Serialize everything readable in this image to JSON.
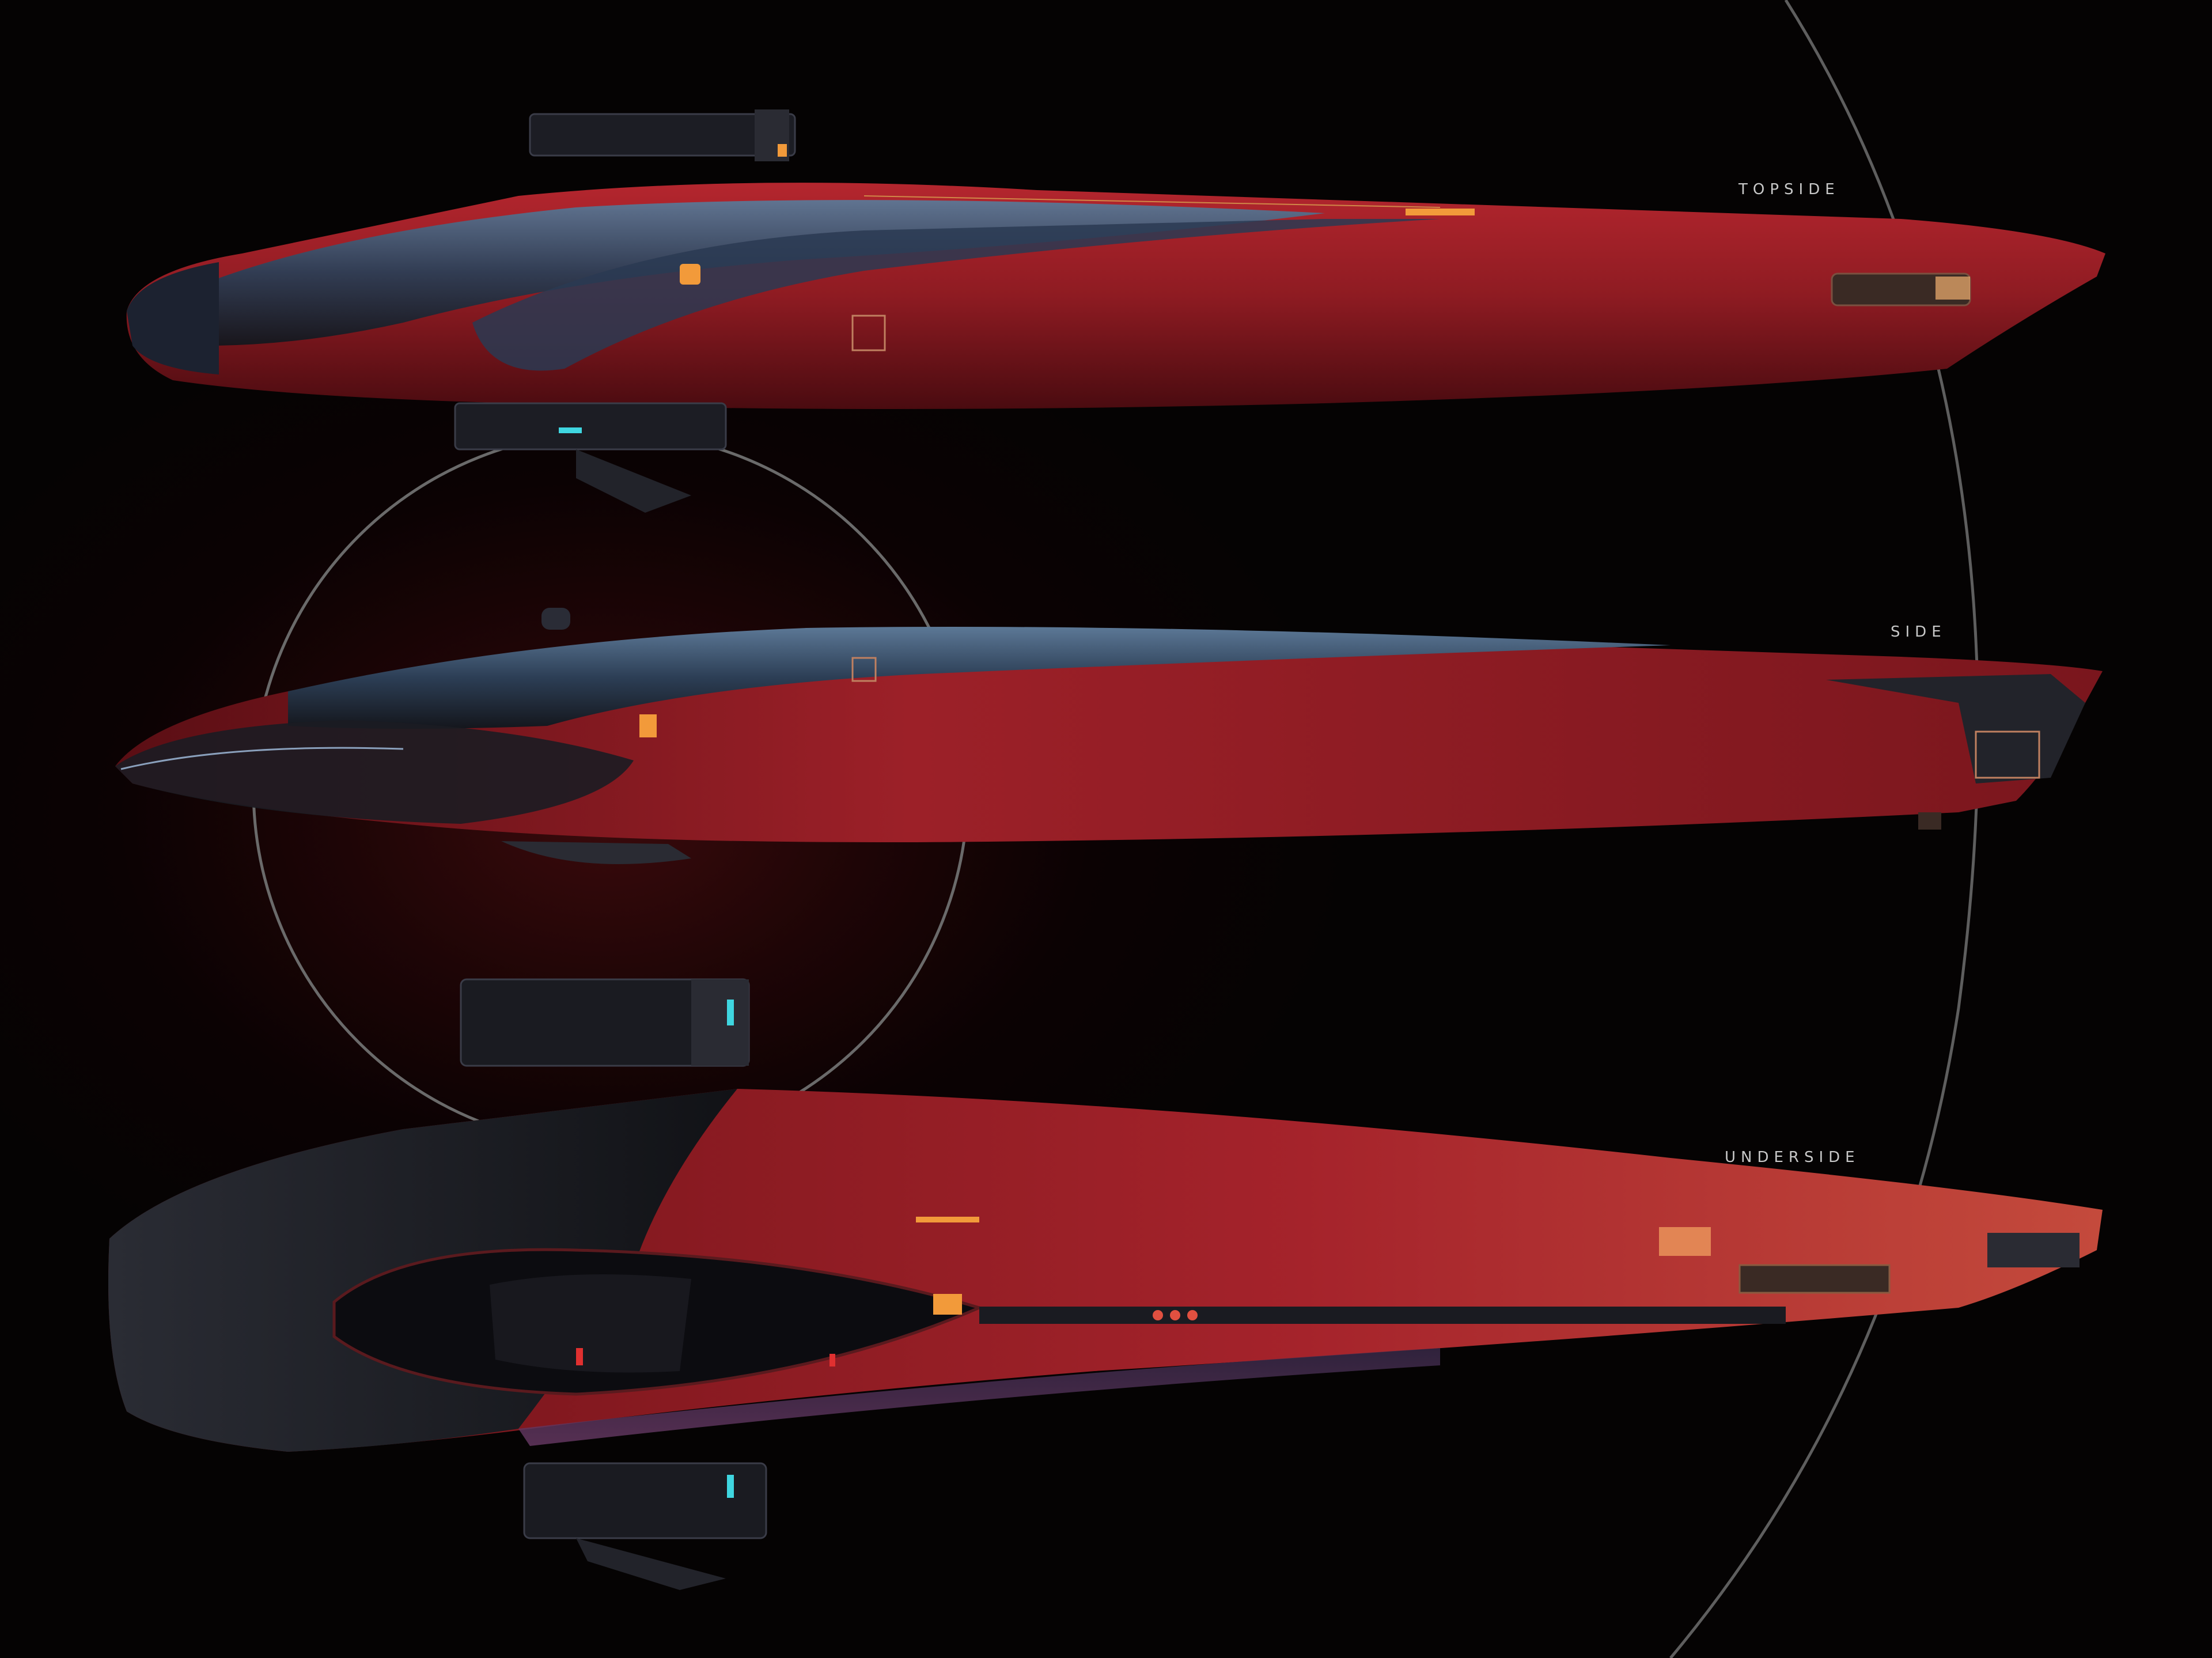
{
  "views": {
    "topside": {
      "label": "TOPSIDE"
    },
    "side": {
      "label": "SIDE"
    },
    "underside": {
      "label": "UNDERSIDE"
    }
  },
  "colors": {
    "background": "#050303",
    "hull_red": "#8e1b22",
    "hull_dark": "#1a1c24",
    "steel_blue": "#3a5a7c",
    "accent_orange": "#f29a3a",
    "accent_cyan": "#3fd6e0",
    "ring_line": "#6a6a6a"
  }
}
